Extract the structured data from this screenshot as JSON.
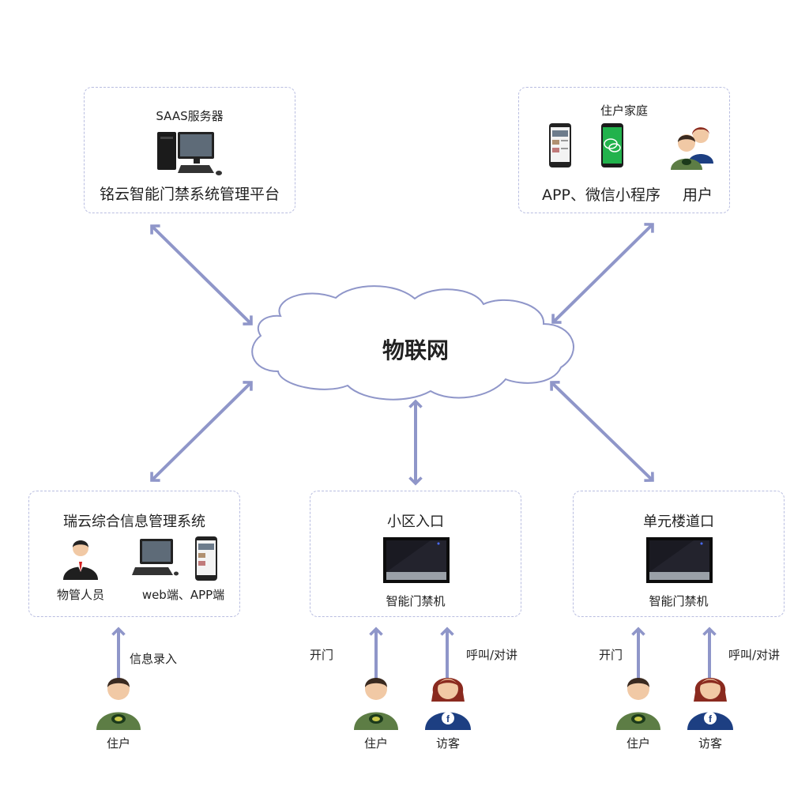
{
  "center": {
    "label": "物联网"
  },
  "saas": {
    "title": "SAAS服务器",
    "platform": "铭云智能门禁系统管理平台",
    "icon": "desktop-computer-icon"
  },
  "home": {
    "title": "住户家庭",
    "apps_label": "APP、微信小程序",
    "user_label": "用户",
    "icons": [
      "smartphone-icon",
      "wechat-icon",
      "users-icon"
    ]
  },
  "ruiyun": {
    "title": "瑞云综合信息管理系统",
    "staff_label": "物管人员",
    "client_label": "web端、APP端",
    "input_action": "信息录入",
    "resident_label": "住户"
  },
  "community": {
    "title": "小区入口",
    "device_label": "智能门禁机",
    "open_action": "开门",
    "call_action": "呼叫/对讲",
    "resident_label": "住户",
    "visitor_label": "访客"
  },
  "unit": {
    "title": "单元楼道口",
    "device_label": "智能门禁机",
    "open_action": "开门",
    "call_action": "呼叫/对讲",
    "resident_label": "住户",
    "visitor_label": "访客"
  },
  "colors": {
    "arrow": "#8f96c9",
    "box_border": "#b8bde0",
    "cloud_stroke": "#8f96c9",
    "resident_shirt": "#5d7d45",
    "visitor_shirt": "#1d3f82"
  }
}
